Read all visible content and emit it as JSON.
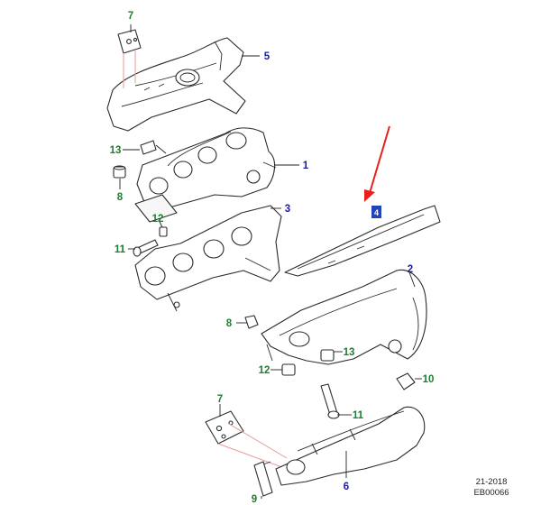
{
  "callouts": {
    "c7_top": "7",
    "c5": "5",
    "c13_top": "13",
    "c1": "1",
    "c8_top": "8",
    "c3": "3",
    "c12_top": "12",
    "c11_top": "11",
    "c4": "4",
    "c2": "2",
    "c8_mid": "8",
    "c13_mid": "13",
    "c12_mid": "12",
    "c10": "10",
    "c7_bot": "7",
    "c11_bot": "11",
    "c6": "6",
    "c9": "9"
  },
  "footer": {
    "line1": "21-2018",
    "line2": "EB00066"
  },
  "colors": {
    "callout_green": "#1e7d32",
    "callout_blue": "#1a1aa6",
    "highlight": "#2244bb",
    "arrow": "#e8201d"
  },
  "icons": {
    "pointer": "red-arrow-icon"
  }
}
